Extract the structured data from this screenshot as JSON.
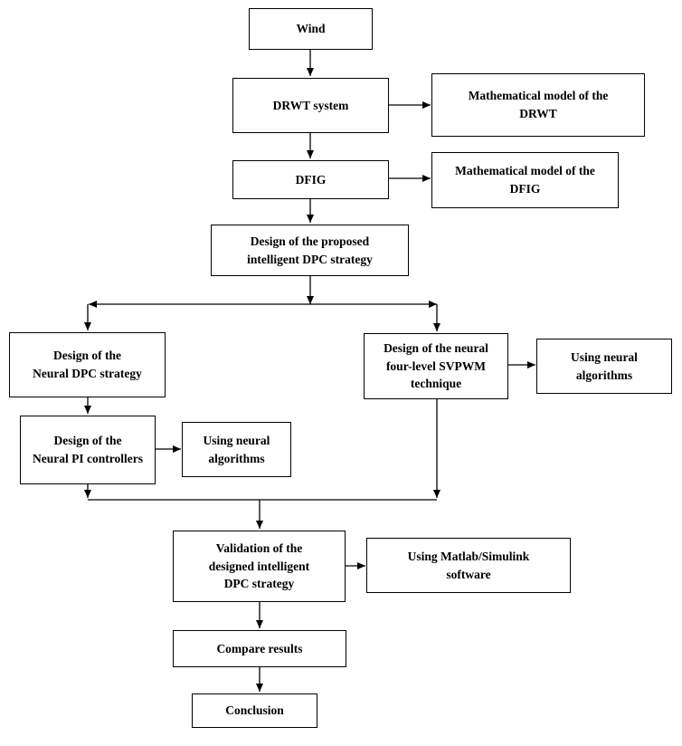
{
  "nodes": {
    "wind": "Wind",
    "drwt_system": "DRWT system",
    "math_drwt": "Mathematical model of the\nDRWT",
    "dfig": "DFIG",
    "math_dfig": "Mathematical model of the\nDFIG",
    "design_proposed": "Design of the proposed\nintelligent DPC strategy",
    "design_neural_dpc": "Design of the\nNeural DPC strategy",
    "design_neural_svpwm": "Design of the neural\nfour-level SVPWM\ntechnique",
    "using_neural_1": "Using neural\nalgorithms",
    "design_neural_pi": "Design of the\nNeural PI controllers",
    "using_neural_2": "Using   neural\nalgorithms",
    "validation": "Validation of the\ndesigned intelligent\nDPC strategy",
    "using_matlab": "Using Matlab/Simulink\nsoftware",
    "compare": "Compare results",
    "conclusion": "Conclusion"
  }
}
